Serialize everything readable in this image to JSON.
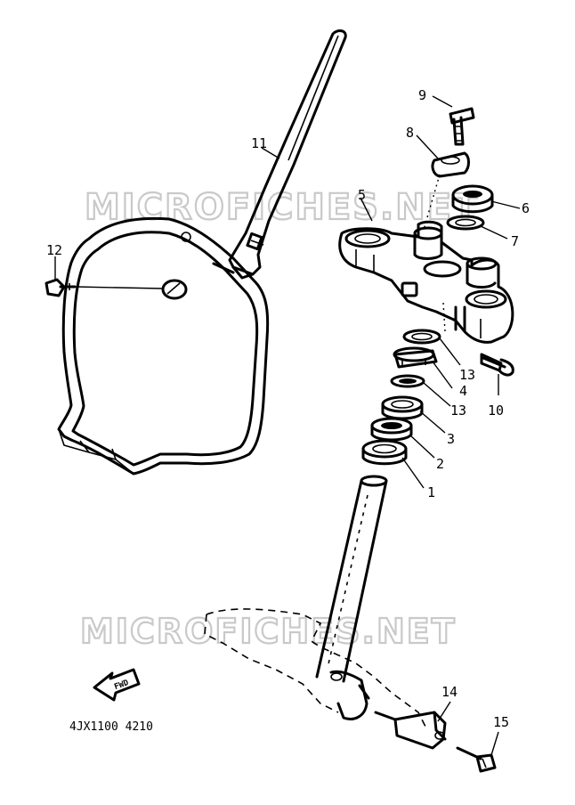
{
  "watermarks": [
    "MICROFICHES.NET",
    "MICROFICHES.NET"
  ],
  "part_numbers": [
    "1",
    "2",
    "3",
    "4",
    "5",
    "6",
    "7",
    "8",
    "9",
    "10",
    "11",
    "12",
    "13",
    "13",
    "14",
    "15"
  ],
  "fwd_arrow_label": "FWD",
  "diagram_code": "4JX1100 4210"
}
